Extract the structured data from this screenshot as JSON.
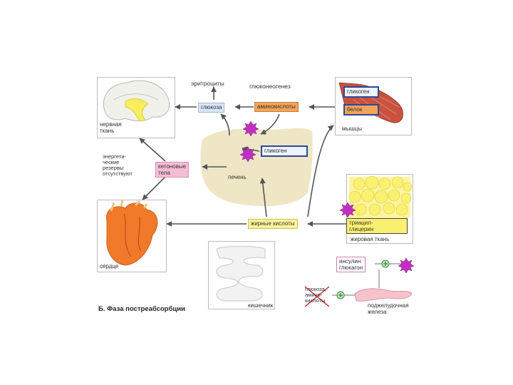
{
  "labels": {
    "brain": "нервная\nткань",
    "muscle": "мышцы",
    "heart": "сердце",
    "fat": "жировая ткань",
    "intestine": "кишечник",
    "liver": "печень",
    "pancreas": "поджелудочная\nжелеза",
    "erythrocytes": "эритроциты",
    "gluconeogenesis": "глюконеогенез",
    "glucose": "глюкоза",
    "amino_acids": "аминокислоты",
    "glycogen_liver": "гликоген",
    "ketone_bodies": "кетоновые\nтела",
    "energy_reserves": "энергети-\nческие\nрезервы\nотсутствуют",
    "fatty_acids": "жирные кислоты",
    "glycogen_muscle": "гликоген",
    "protein_muscle": "белок",
    "triacylglycerol": "триацил-\nглицерин",
    "insulin": "инсулин",
    "glucagon": "глюкагон",
    "pancreas_inputs": "глюкоза,\nамино-\nкислоты",
    "caption": "Б. Фаза постреабсорбции"
  },
  "colors": {
    "liver": "#efe6c6",
    "fat": "#fbf170",
    "glucose_box": "#d8e6f7",
    "amino_box": "#f2a45a",
    "ketone_box": "#f6bdd4",
    "fatty_box": "#fbf29a",
    "muscle": "#c9523f",
    "heart": "#f07a2a",
    "star": "#c030c0"
  }
}
